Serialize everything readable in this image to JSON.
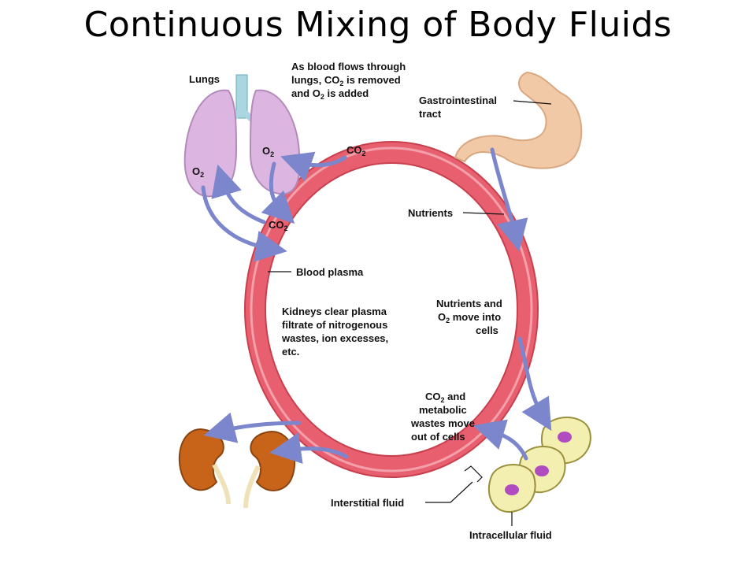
{
  "title": "Continuous Mixing of Body Fluids",
  "labels": {
    "lungs": "Lungs",
    "lungs_note_l1": "As blood flows through",
    "lungs_note_l2a": "lungs, CO",
    "lungs_note_l2b": "2",
    "lungs_note_l2c": " is removed",
    "lungs_note_l3a": "and O",
    "lungs_note_l3b": "2",
    "lungs_note_l3c": " is added",
    "gi_l1": "Gastrointestinal",
    "gi_l2": "tract",
    "co2_top": "CO",
    "co2_top_sub": "2",
    "o2_right": "O",
    "o2_right_sub": "2",
    "o2_left": "O",
    "o2_left_sub": "2",
    "co2_mid": "CO",
    "co2_mid_sub": "2",
    "nutrients": "Nutrients",
    "blood_plasma": "Blood plasma",
    "kidneys_l1": "Kidneys clear plasma",
    "kidneys_l2": "filtrate of nitrogenous",
    "kidneys_l3": "wastes, ion excesses,",
    "kidneys_l4": "etc.",
    "nutrients_o2_l1": "Nutrients and",
    "nutrients_o2_l2a": "O",
    "nutrients_o2_l2b": "2",
    "nutrients_o2_l2c": " move into",
    "nutrients_o2_l3": "cells",
    "co2_waste_l1a": "CO",
    "co2_waste_l1b": "2",
    "co2_waste_l1c": " and",
    "co2_waste_l2": "metabolic",
    "co2_waste_l3": "wastes move",
    "co2_waste_l4": "out of cells",
    "interstitial": "Interstitial fluid",
    "intracellular": "Intracellular fluid"
  },
  "colors": {
    "plasma_ring": "#e8606e",
    "plasma_ring_edge": "#c8404e",
    "arrows": "#7b86cc",
    "lungs": "#dcb6e0",
    "stomach": "#f2c9a6",
    "kidney": "#c8641a",
    "cells": "#f2efb0",
    "nucleus": "#b04cc0"
  }
}
